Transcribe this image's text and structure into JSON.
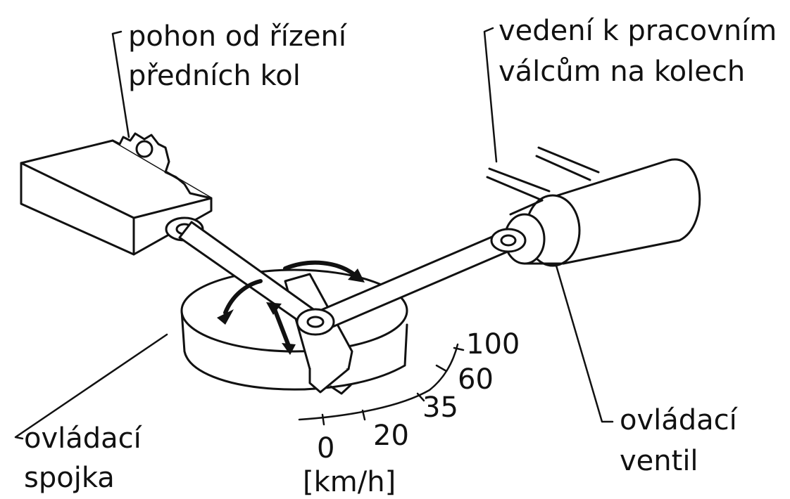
{
  "labels": {
    "steering_drive_line1": "pohon od řízení",
    "steering_drive_line2": "předních kol",
    "lines_line1": "vedení k pracovním",
    "lines_line2": "válcům na kolech",
    "control_valve_line1": "ovládací",
    "control_valve_line2": "ventil",
    "control_clutch_line1": "ovládací",
    "control_clutch_line2": "spojka"
  },
  "speed_scale": {
    "unit": "[km/h]",
    "ticks": [
      "0",
      "20",
      "35",
      "60",
      "100"
    ]
  }
}
